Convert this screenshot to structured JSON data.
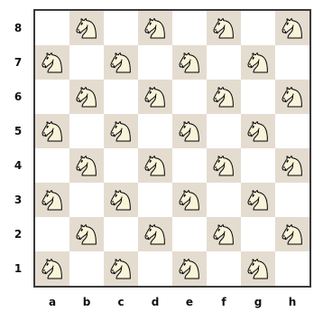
{
  "board": {
    "ranks": [
      "8",
      "7",
      "6",
      "5",
      "4",
      "3",
      "2",
      "1"
    ],
    "files": [
      "a",
      "b",
      "c",
      "d",
      "e",
      "f",
      "g",
      "h"
    ],
    "light_color": "#ffffff",
    "dark_color": "#e5dcd0",
    "border_color": "#3a3a3a",
    "pieces": [
      {
        "square": "b8",
        "piece": "white-knight"
      },
      {
        "square": "d8",
        "piece": "white-knight"
      },
      {
        "square": "f8",
        "piece": "white-knight"
      },
      {
        "square": "h8",
        "piece": "white-knight"
      },
      {
        "square": "a7",
        "piece": "white-knight"
      },
      {
        "square": "c7",
        "piece": "white-knight"
      },
      {
        "square": "e7",
        "piece": "white-knight"
      },
      {
        "square": "g7",
        "piece": "white-knight"
      },
      {
        "square": "b6",
        "piece": "white-knight"
      },
      {
        "square": "d6",
        "piece": "white-knight"
      },
      {
        "square": "f6",
        "piece": "white-knight"
      },
      {
        "square": "h6",
        "piece": "white-knight"
      },
      {
        "square": "a5",
        "piece": "white-knight"
      },
      {
        "square": "c5",
        "piece": "white-knight"
      },
      {
        "square": "e5",
        "piece": "white-knight"
      },
      {
        "square": "g5",
        "piece": "white-knight"
      },
      {
        "square": "b4",
        "piece": "white-knight"
      },
      {
        "square": "d4",
        "piece": "white-knight"
      },
      {
        "square": "f4",
        "piece": "white-knight"
      },
      {
        "square": "h4",
        "piece": "white-knight"
      },
      {
        "square": "a3",
        "piece": "white-knight"
      },
      {
        "square": "c3",
        "piece": "white-knight"
      },
      {
        "square": "e3",
        "piece": "white-knight"
      },
      {
        "square": "g3",
        "piece": "white-knight"
      },
      {
        "square": "b2",
        "piece": "white-knight"
      },
      {
        "square": "d2",
        "piece": "white-knight"
      },
      {
        "square": "f2",
        "piece": "white-knight"
      },
      {
        "square": "h2",
        "piece": "white-knight"
      },
      {
        "square": "a1",
        "piece": "white-knight"
      },
      {
        "square": "c1",
        "piece": "white-knight"
      },
      {
        "square": "e1",
        "piece": "white-knight"
      },
      {
        "square": "g1",
        "piece": "white-knight"
      }
    ]
  }
}
